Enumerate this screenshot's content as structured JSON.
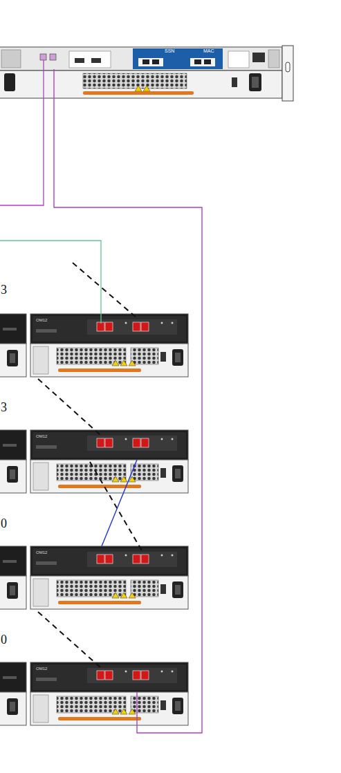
{
  "diagram": {
    "nodes": [
      {
        "text": [
          "SSN",
          "MAC"
        ]
      },
      {
        "text": [
          "OM12"
        ]
      },
      {
        "text": [
          "OM12"
        ]
      },
      {
        "text": [
          "OM12"
        ]
      },
      {
        "text": [
          "OM12"
        ]
      }
    ],
    "edges": [
      {
        "from": 0,
        "to": 4,
        "arrow": "none"
      },
      {
        "from": 2,
        "to": 3,
        "arrow": "none"
      }
    ],
    "labels": [
      "3",
      "3",
      "0",
      "0"
    ]
  }
}
